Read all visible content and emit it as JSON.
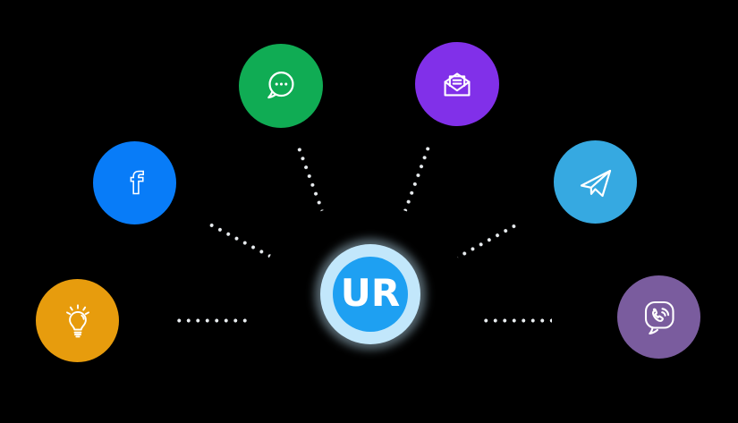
{
  "background": "#000000",
  "center": {
    "label": "UR",
    "inner_color": "#1EA0F2",
    "halo_color": "#C2E7FB",
    "text_color": "#FFFFFF"
  },
  "nodes": [
    {
      "id": "chat",
      "icon": "chat-bubble-icon",
      "color": "#10AC54"
    },
    {
      "id": "email",
      "icon": "open-envelope-icon",
      "color": "#8130E9"
    },
    {
      "id": "facebook",
      "icon": "facebook-f-icon",
      "color": "#087CF8"
    },
    {
      "id": "telegram",
      "icon": "telegram-plane-icon",
      "color": "#36A9E1"
    },
    {
      "id": "idea",
      "icon": "lightbulb-icon",
      "color": "#E79C0D"
    },
    {
      "id": "viber",
      "icon": "viber-phone-icon",
      "color": "#7A5C9E"
    }
  ],
  "connector": {
    "dot_color": "#E8ECEF",
    "style": "dotted"
  }
}
